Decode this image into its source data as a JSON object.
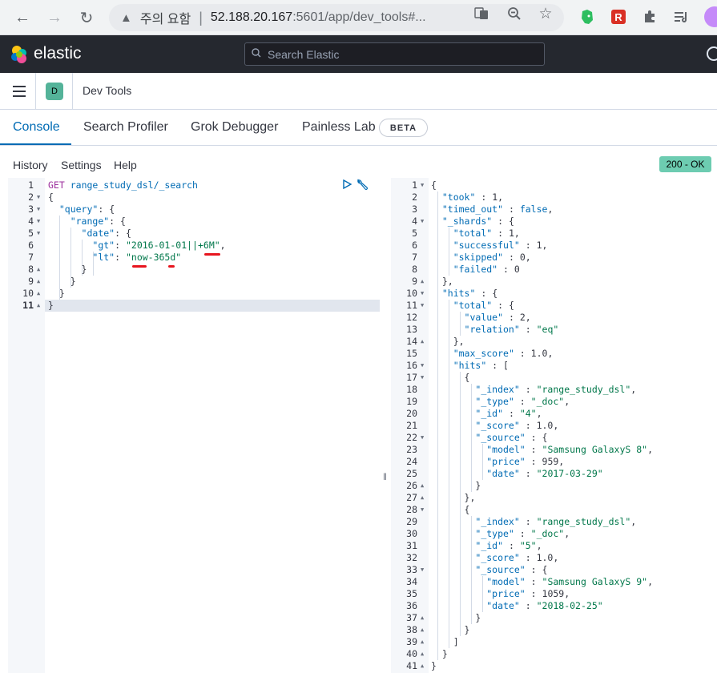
{
  "browser": {
    "warning_label": "주의 요함",
    "url_host": "52.188.20.167",
    "url_rest": ":5601/app/dev_tools#..."
  },
  "header": {
    "brand": "elastic",
    "search_placeholder": "Search Elastic"
  },
  "app": {
    "space_initial": "D",
    "title": "Dev Tools"
  },
  "tabs": [
    {
      "label": "Console",
      "active": true
    },
    {
      "label": "Search Profiler",
      "active": false
    },
    {
      "label": "Grok Debugger",
      "active": false
    },
    {
      "label": "Painless Lab",
      "active": false
    }
  ],
  "beta_badge": "BETA",
  "toolbar": {
    "history": "History",
    "settings": "Settings",
    "help": "Help",
    "status": "200 - OK"
  },
  "request_lines": [
    "GET range_study_dsl/_search",
    "{",
    "  \"query\": {",
    "    \"range\": {",
    "      \"date\": {",
    "        \"gt\": \"2016-01-01||+6M\",",
    "        \"lt\": \"now-365d\"",
    "      }",
    "    }",
    "  }",
    "}"
  ],
  "response_lines": [
    "{",
    "  \"took\" : 1,",
    "  \"timed_out\" : false,",
    "  \"_shards\" : {",
    "    \"total\" : 1,",
    "    \"successful\" : 1,",
    "    \"skipped\" : 0,",
    "    \"failed\" : 0",
    "  },",
    "  \"hits\" : {",
    "    \"total\" : {",
    "      \"value\" : 2,",
    "      \"relation\" : \"eq\"",
    "    },",
    "    \"max_score\" : 1.0,",
    "    \"hits\" : [",
    "      {",
    "        \"_index\" : \"range_study_dsl\",",
    "        \"_type\" : \"_doc\",",
    "        \"_id\" : \"4\",",
    "        \"_score\" : 1.0,",
    "        \"_source\" : {",
    "          \"model\" : \"Samsung GalaxyS 8\",",
    "          \"price\" : 959,",
    "          \"date\" : \"2017-03-29\"",
    "        }",
    "      },",
    "      {",
    "        \"_index\" : \"range_study_dsl\",",
    "        \"_type\" : \"_doc\",",
    "        \"_id\" : \"5\",",
    "        \"_score\" : 1.0,",
    "        \"_source\" : {",
    "          \"model\" : \"Samsung GalaxyS 9\",",
    "          \"price\" : 1059,",
    "          \"date\" : \"2018-02-25\"",
    "        }",
    "      }",
    "    ]",
    "  }",
    "}"
  ],
  "request_folds": {
    "2": "down",
    "3": "down",
    "4": "down",
    "5": "down",
    "8": "up",
    "9": "up",
    "10": "up",
    "11": "up"
  },
  "response_folds": {
    "1": "down",
    "4": "down",
    "9": "up",
    "10": "down",
    "11": "down",
    "14": "up",
    "16": "down",
    "17": "down",
    "22": "down",
    "26": "up",
    "27": "up",
    "28": "down",
    "33": "down",
    "37": "up",
    "38": "up",
    "39": "up",
    "40": "up",
    "41": "up"
  },
  "colors": {
    "header_bg": "#25282f",
    "accent": "#006bb4",
    "status_bg": "#6dccb1",
    "space_avatar": "#54b399",
    "annotation": "#e7151e"
  }
}
